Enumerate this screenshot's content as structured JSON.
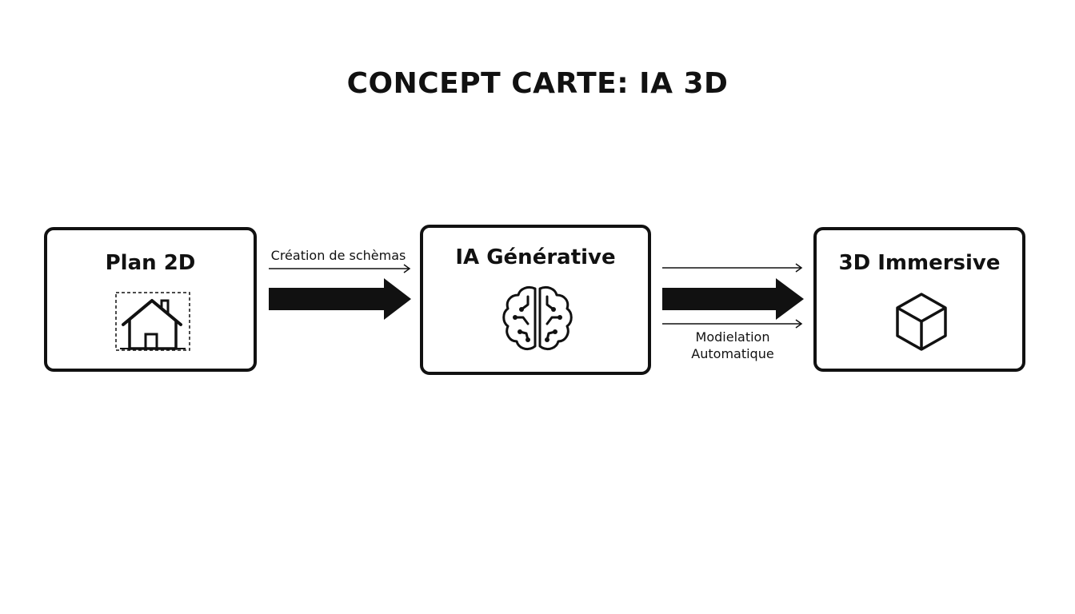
{
  "title": "CONCEPT CARTE: IA 3D",
  "nodes": [
    {
      "id": "plan-2d",
      "label": "Plan 2D",
      "icon": "house-icon"
    },
    {
      "id": "ia-generative",
      "label": "IA Générative",
      "icon": "brain-icon"
    },
    {
      "id": "3d-immersive",
      "label": "3D Immersive",
      "icon": "cube-icon"
    }
  ],
  "edges": [
    {
      "from": "plan-2d",
      "to": "ia-generative",
      "label_lines": [
        "Création de schèmas"
      ]
    },
    {
      "from": "ia-generative",
      "to": "3d-immersive",
      "label_lines": [
        "Modielation",
        "Automatique"
      ]
    }
  ],
  "colors": {
    "stroke": "#111111",
    "background": "#ffffff"
  }
}
